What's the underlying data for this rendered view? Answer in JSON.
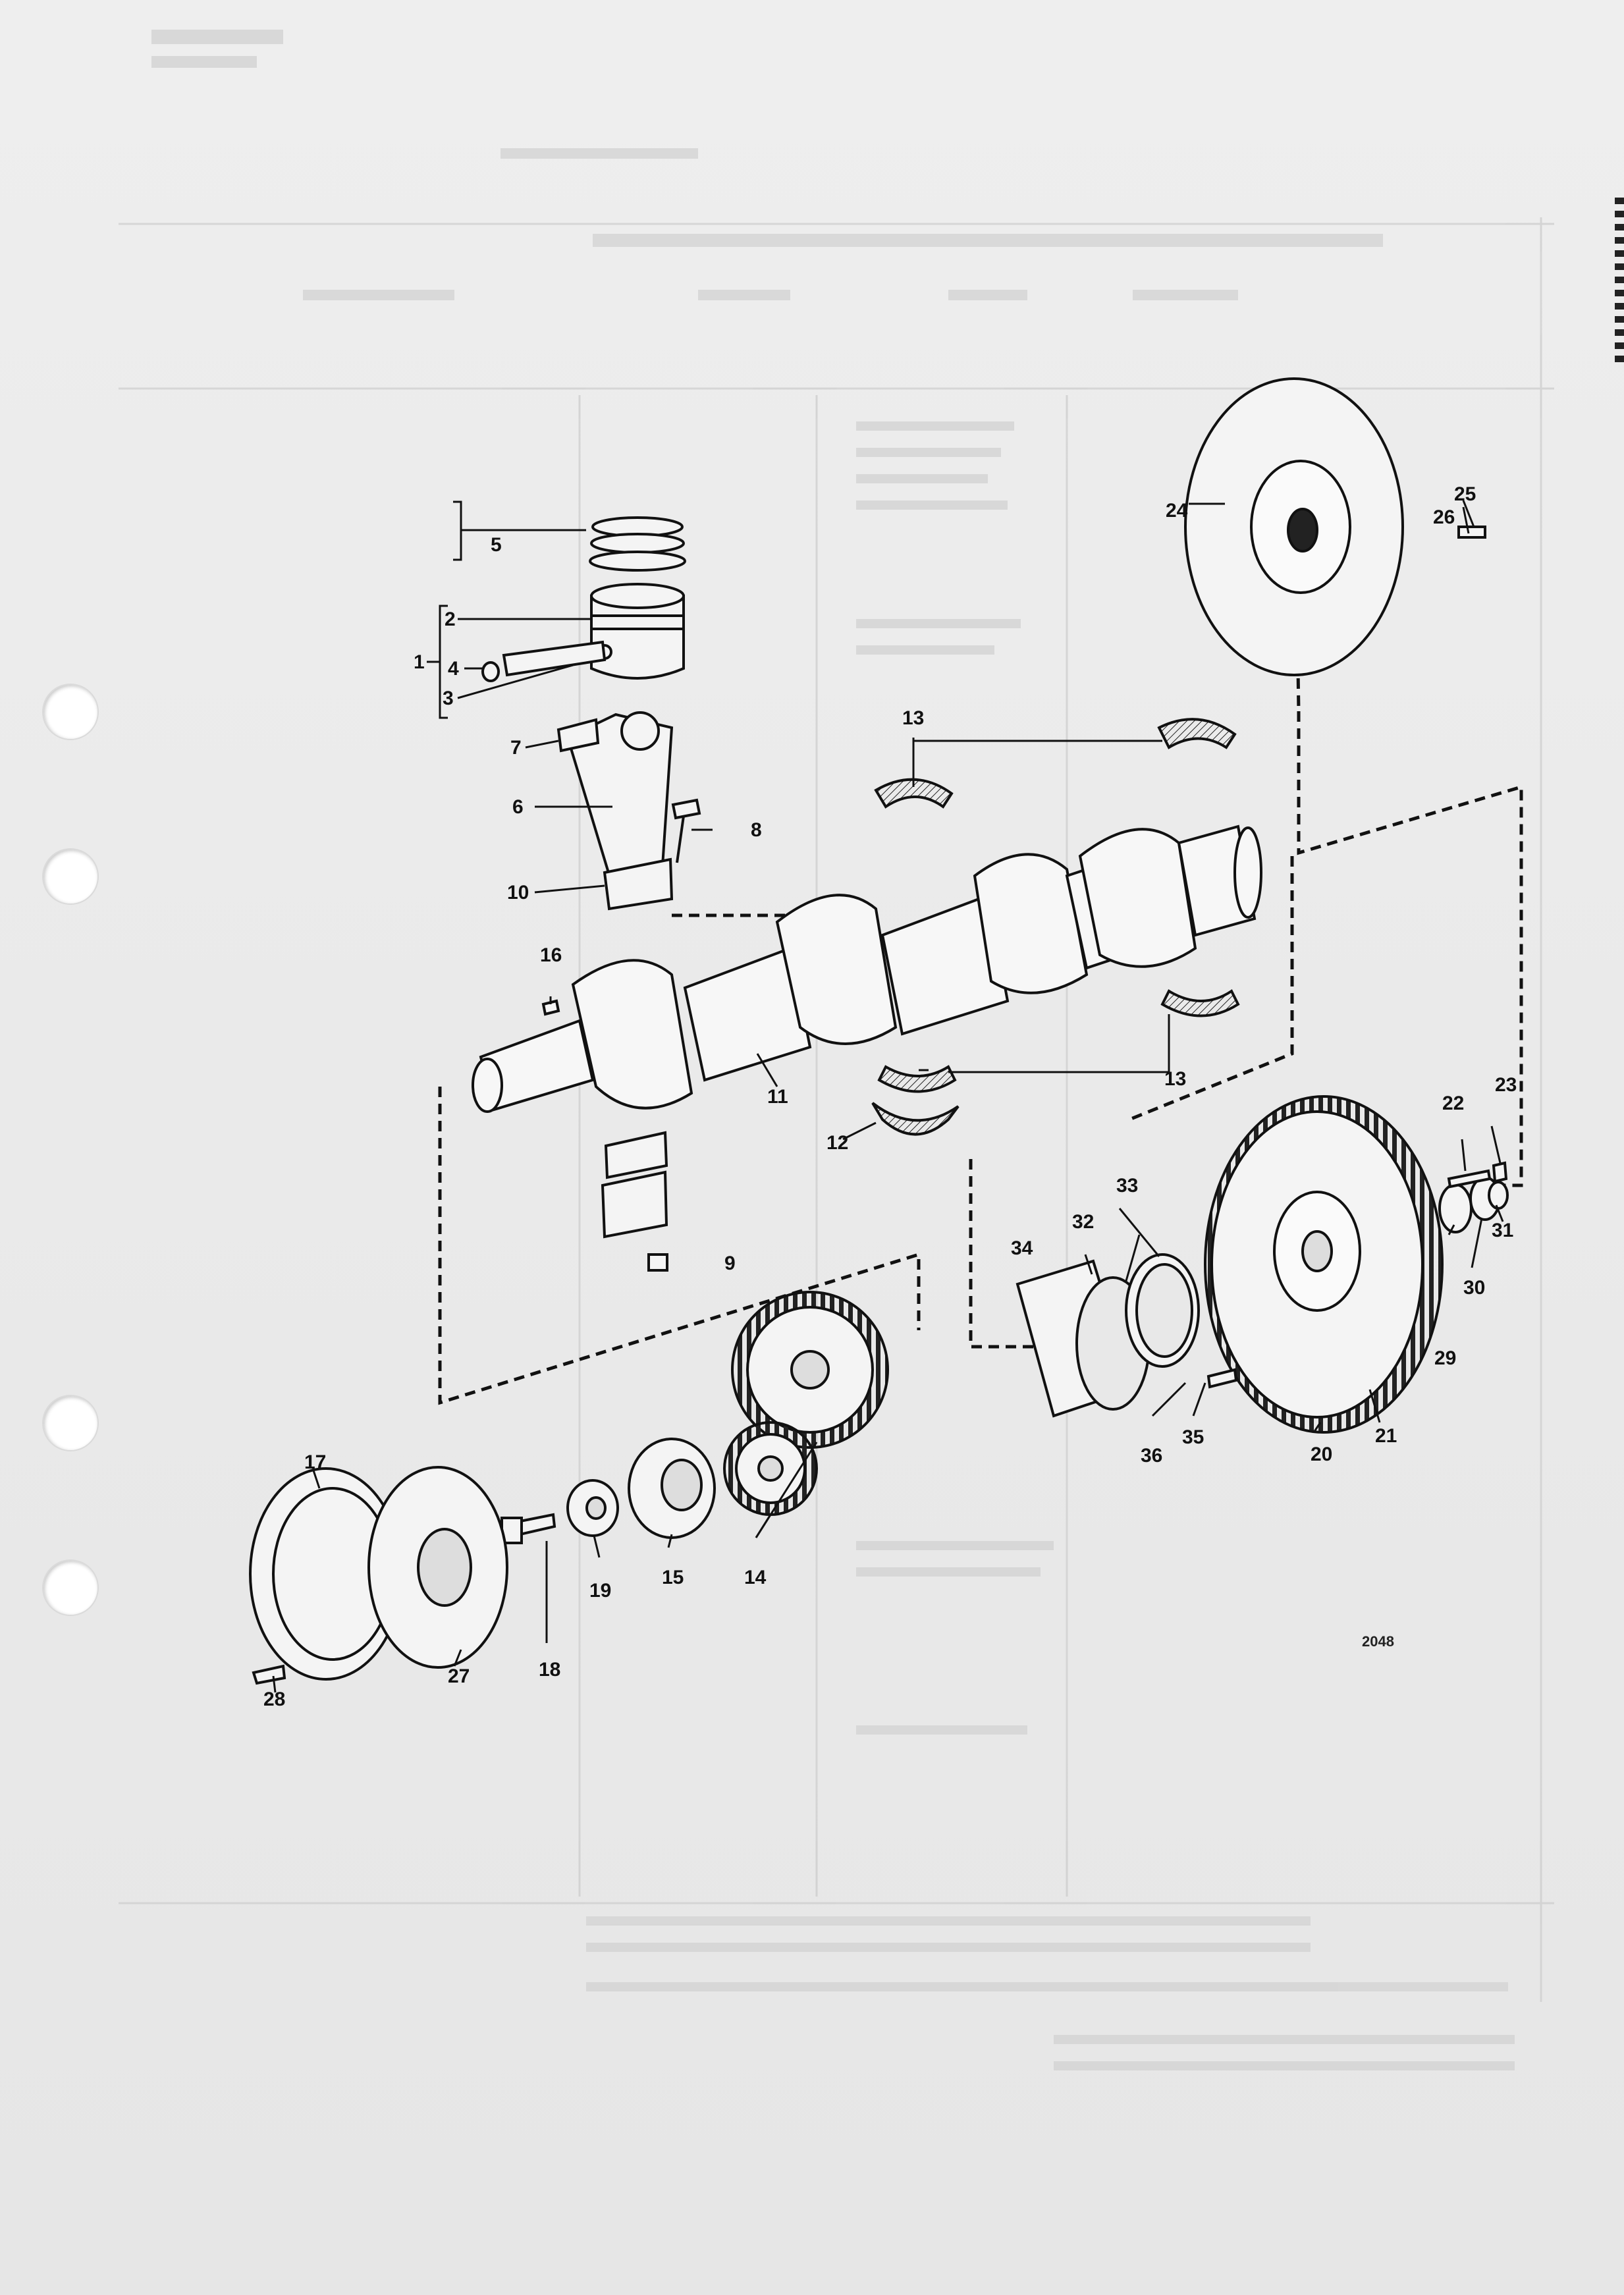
{
  "figure_number": "2048",
  "part_callouts": [
    "1",
    "2",
    "3",
    "4",
    "5",
    "6",
    "7",
    "8",
    "9",
    "10",
    "11",
    "12",
    "13",
    "14",
    "15",
    "16",
    "17",
    "18",
    "19",
    "20",
    "21",
    "22",
    "23",
    "24",
    "25",
    "26",
    "27",
    "28",
    "29",
    "30",
    "31",
    "32",
    "33",
    "34",
    "35",
    "36"
  ],
  "colors": {
    "paper": "#ececec",
    "ink": "#111111",
    "hole": "#ffffff"
  }
}
